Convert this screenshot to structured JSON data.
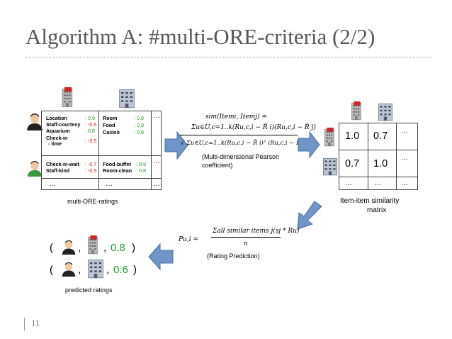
{
  "slide": {
    "title": "Algorithm A: #multi-ORE-criteria (2/2)",
    "number": "11"
  },
  "ratings_table": {
    "caption": "multi-ORE-ratings",
    "user1": {
      "hotel1": [
        {
          "label": "Location",
          "value": ": 0.9",
          "color": "#1e9e2a"
        },
        {
          "label": "Staff-courtesy",
          "value": ": -0.6",
          "color": "#d42020"
        },
        {
          "label": "Aquarium",
          "value": ": 0.8",
          "color": "#1e9e2a"
        },
        {
          "label": "Check-in",
          "value": ": -0.5",
          "color": "#d42020"
        },
        {
          "label": "- time",
          "value": "",
          "color": ""
        }
      ],
      "hotel2": [
        {
          "label": "Room",
          "value": ": 0.8",
          "color": "#1e9e2a"
        },
        {
          "label": "Food",
          "value": ": 0.9",
          "color": "#1e9e2a"
        },
        {
          "label": "Casinò",
          "value": ": 0.8",
          "color": "#1e9e2a"
        }
      ]
    },
    "user2": {
      "hotel1": [
        {
          "label": "Check-in-wait",
          "value": ": -0.7",
          "color": "#d42020"
        },
        {
          "label": "Staff-kind",
          "value": ": -0.5",
          "color": "#d42020"
        }
      ],
      "hotel2": [
        {
          "label": "Food-buffet",
          "value": ": 0.9",
          "color": "#1e9e2a"
        },
        {
          "label": "Room-clean",
          "value": ": 0.8",
          "color": "#1e9e2a"
        }
      ]
    },
    "ellipsis": "…"
  },
  "similarity_formula": {
    "lhs": "sim(Itemi, Itemj) =",
    "numerator": "Σu∈U,c=1..k(Ru,c,i − R̄ i)(Ru,c,i − R̄ j)",
    "denominator": "√ Σu∈U,c=1..k(Ru,c,i − R̄ i)² (Ru,c,i − R̄ j)²",
    "caption_line1": "(Multi-dimensional Pearson",
    "caption_line2": "coefficient)"
  },
  "similarity_matrix": {
    "cells": [
      [
        "1.0",
        "0.7",
        "…"
      ],
      [
        "0.7",
        "1.0",
        "…"
      ],
      [
        "…",
        "…",
        "…"
      ]
    ],
    "caption_line1": "Item-item similarity",
    "caption_line2": "matrix"
  },
  "prediction_formula": {
    "lhs": "Pu,i =",
    "numerator": "Σall similar items j(sj * Ru)",
    "denominator": "n",
    "caption": "(Rating Prediction)"
  },
  "predictions": {
    "rows": [
      {
        "open": "(",
        "sep1": ",",
        "sep2": ",",
        "value": "0.8",
        "close": ")"
      },
      {
        "open": "(",
        "sep1": ",",
        "sep2": ",",
        "value": "0.6",
        "close": ")"
      }
    ],
    "value_color": "#1e9e2a",
    "caption": "predicted ratings"
  },
  "colors": {
    "arrow": "#6f95c9",
    "title": "#595959",
    "positive": "#1e9e2a",
    "negative": "#d42020"
  },
  "icons": [
    "user-icon",
    "user-green-icon",
    "hotel-red-icon",
    "hotel-blue-icon",
    "arrow-right-icon",
    "arrow-down-left-icon",
    "arrow-left-icon"
  ]
}
